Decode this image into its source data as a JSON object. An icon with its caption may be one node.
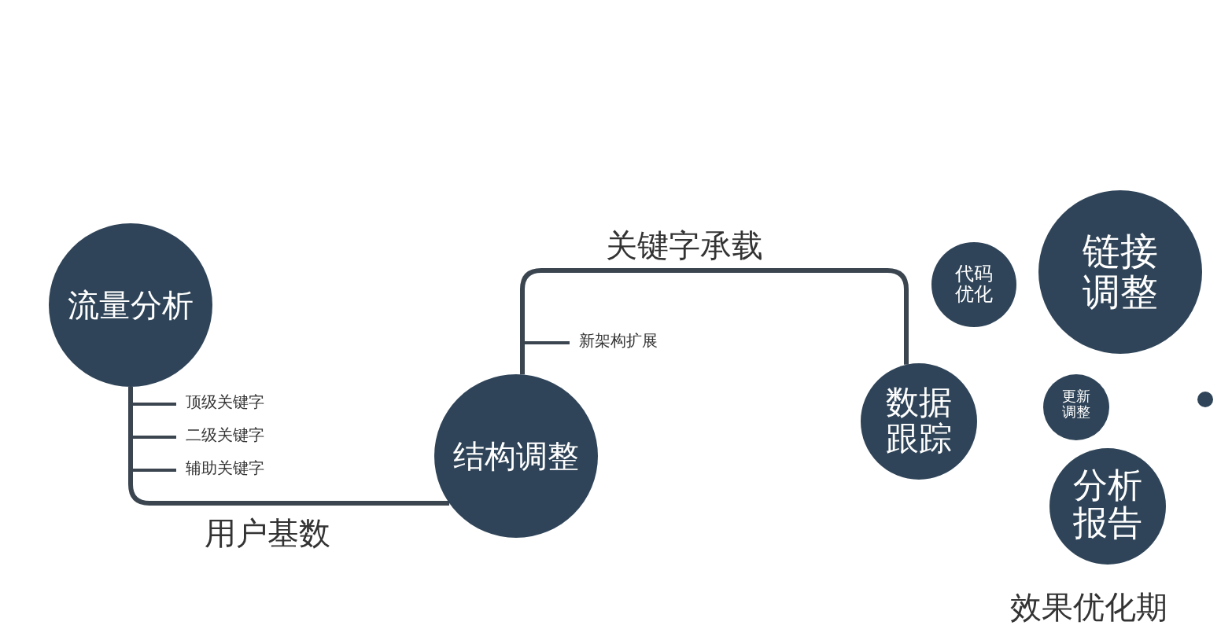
{
  "diagram": {
    "nodes": [
      {
        "text": [
          "流量分析"
        ]
      },
      {
        "text": [
          "结构调整"
        ]
      },
      {
        "text": [
          "数据跟踪"
        ]
      },
      {
        "text": [
          "代码优化"
        ]
      },
      {
        "text": [
          "链接调整"
        ]
      },
      {
        "text": [
          "更新调整"
        ]
      },
      {
        "text": [
          "分析报告"
        ]
      },
      {
        "text": [],
        "shape": "circle"
      }
    ],
    "edges": [
      {
        "from": 0,
        "to": 1,
        "arrow": "none",
        "label": "用户基数"
      },
      {
        "from": 1,
        "to": 2,
        "arrow": "none",
        "label": "关键字承载"
      }
    ],
    "labels": [
      "新架构扩展",
      "顶级关键字",
      "二级关键字",
      "辅助关键字",
      "效果优化期"
    ]
  }
}
